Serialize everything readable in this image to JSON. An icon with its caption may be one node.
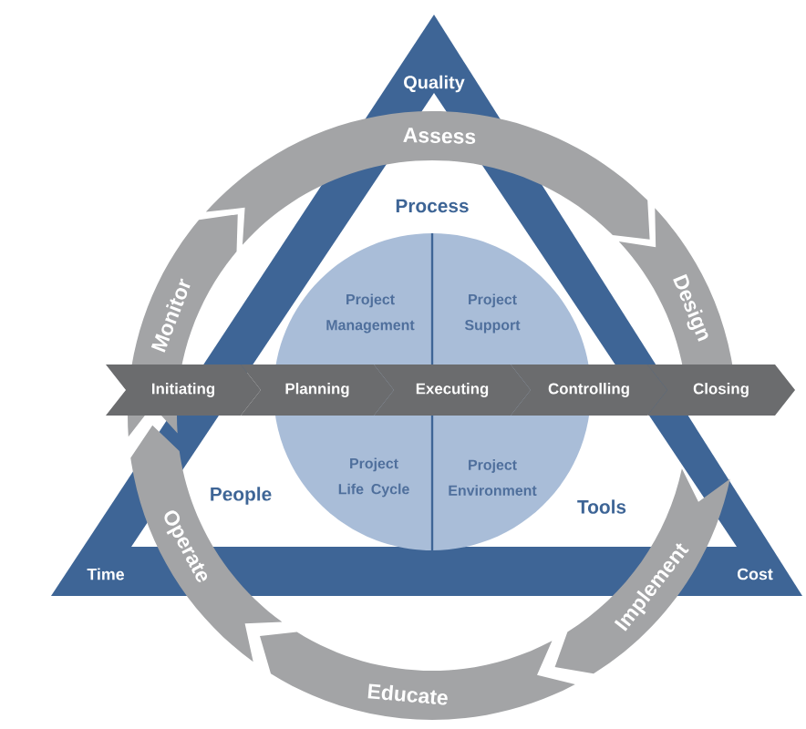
{
  "diagram": {
    "nodes": [
      {
        "text": [
          "Assess"
        ]
      },
      {
        "text": [
          "Monitor"
        ]
      },
      {
        "text": [
          "Design"
        ]
      },
      {
        "text": [
          "Project Management"
        ]
      },
      {
        "text": [
          "Project Support"
        ]
      },
      {
        "text": [
          "Initiating"
        ]
      },
      {
        "text": [
          "Planning"
        ]
      },
      {
        "text": [
          "Executing"
        ]
      },
      {
        "text": [
          "Controlling"
        ]
      },
      {
        "text": [
          "Closing"
        ]
      },
      {
        "text": [
          "Project Life Cycle"
        ]
      },
      {
        "text": [
          "Project Environment"
        ]
      },
      {
        "text": [
          "Implement"
        ]
      },
      {
        "text": [
          "Operate"
        ]
      },
      {
        "text": [
          "Educate"
        ]
      }
    ],
    "labels": [
      "Quality",
      "Process",
      "People",
      "Tools",
      "Time",
      "Cost"
    ]
  }
}
